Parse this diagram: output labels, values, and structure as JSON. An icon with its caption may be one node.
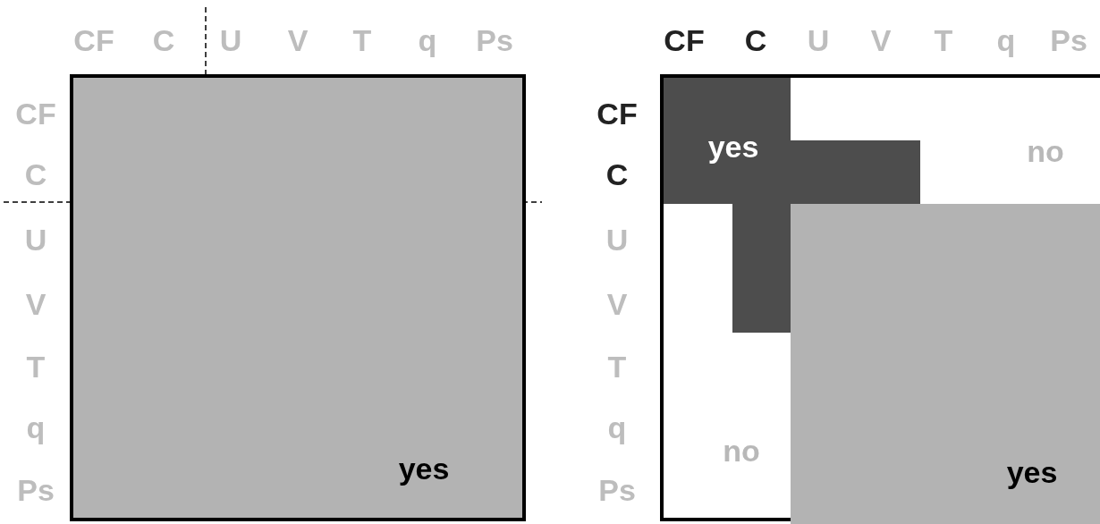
{
  "diagram": {
    "nodes": [
      {
        "text": [
          "yes"
        ]
      },
      {
        "text": [
          "no",
          "no"
        ]
      },
      {
        "text": [
          "yes"
        ],
        "in": 1
      },
      {
        "text": [
          "yes"
        ],
        "in": 1
      }
    ],
    "labels": [
      "CF",
      "C",
      "U",
      "V",
      "T",
      "q",
      "Ps",
      "CF",
      "C",
      "U",
      "V",
      "T",
      "q",
      "Ps",
      "CF",
      "CF",
      "C",
      "C",
      "U",
      "U",
      "V",
      "V",
      "T",
      "T",
      "q",
      "q",
      "Ps",
      "Ps"
    ]
  }
}
